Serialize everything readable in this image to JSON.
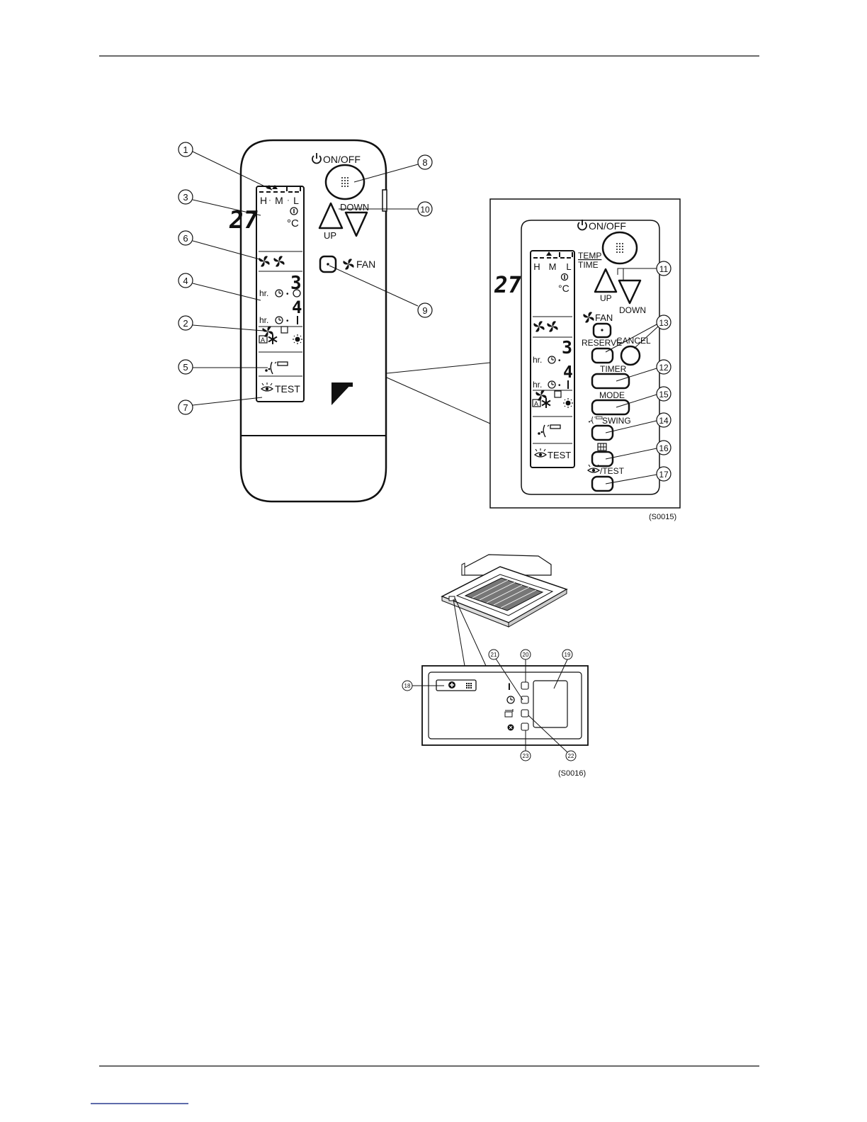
{
  "remote_large": {
    "onoff_label": "ON/OFF",
    "down_label": "DOWN",
    "up_label": "UP",
    "fan_label": "FAN",
    "display": {
      "speed_h": "H",
      "speed_m": "M",
      "speed_l": "L",
      "temp_digits": "27",
      "temp_unit": "°C",
      "timer_on_value": "3",
      "timer_off_value": "4",
      "timer_unit_on": "hr.",
      "timer_unit_off": "hr.",
      "test_label": "TEST"
    }
  },
  "remote_detail": {
    "onoff_label": "ON/OFF",
    "temp_label": "TEMP",
    "time_label": "TIME",
    "up_label": "UP",
    "down_label": "DOWN",
    "fan_label": "FAN",
    "reserve_label": "RESERVE",
    "cancel_label": "CANCEL",
    "timer_label": "TIMER",
    "mode_label": "MODE",
    "swing_label": "SWING",
    "test_label": "/TEST",
    "display": {
      "speed_h": "H",
      "speed_m": "M",
      "speed_l": "L",
      "temp_digits": "27",
      "temp_unit": "°C",
      "timer_on_value": "3",
      "timer_off_value": "4",
      "timer_unit_on": "hr.",
      "timer_unit_off": "hr.",
      "test_label": "TEST"
    },
    "figure_code": "(S0015)"
  },
  "callouts_remote": [
    "1",
    "2",
    "3",
    "4",
    "5",
    "6",
    "7",
    "8",
    "9",
    "10",
    "11",
    "12",
    "13",
    "14",
    "15",
    "16",
    "17"
  ],
  "indoor_unit": {
    "callouts": [
      "18",
      "19",
      "20",
      "21",
      "22",
      "23"
    ],
    "indicator_i": "I",
    "figure_code": "(S0016)"
  }
}
